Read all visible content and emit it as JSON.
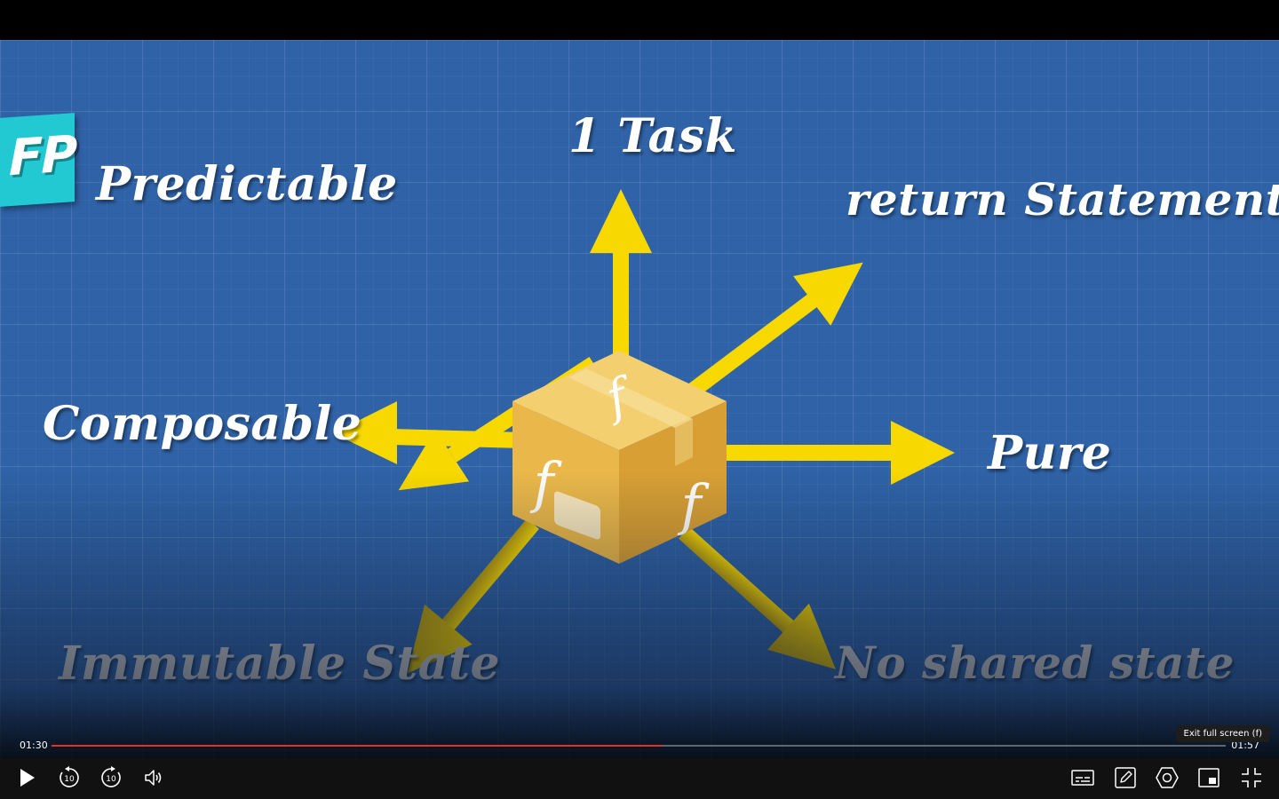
{
  "video": {
    "badge": "FP",
    "labels": {
      "task": "1 Task",
      "predictable": "Predictable",
      "return_statement": "return Statement",
      "composable": "Composable",
      "pure": "Pure",
      "immutable_state": "Immutable State",
      "no_shared_state": "No shared state"
    },
    "box_glyph": "f",
    "colors": {
      "background": "#2f62a6",
      "arrow": "#f7d800",
      "box": "#e9b94a",
      "badge": "#22c9d3"
    }
  },
  "player": {
    "time_current": "01:30",
    "time_total": "01:57",
    "progress_fraction": 0.52,
    "tooltip": "Exit full screen (f)",
    "controls": [
      {
        "icon": "play-icon"
      },
      {
        "icon": "rewind-10-icon",
        "label": "10"
      },
      {
        "icon": "forward-10-icon",
        "label": "10"
      },
      {
        "icon": "volume-icon"
      },
      {
        "icon": "subtitles-icon"
      },
      {
        "icon": "notes-icon"
      },
      {
        "icon": "settings-icon"
      },
      {
        "icon": "miniplayer-icon"
      },
      {
        "icon": "exit-fullscreen-icon"
      }
    ]
  }
}
